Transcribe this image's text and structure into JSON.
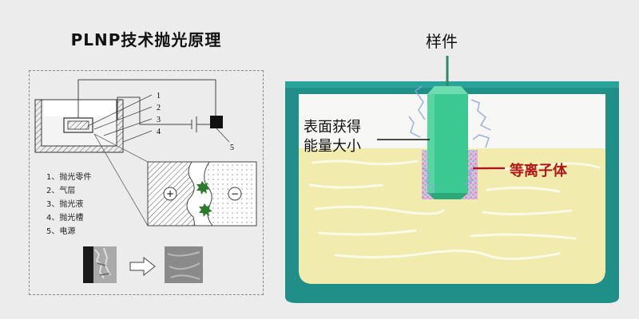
{
  "title": "PLNP技术抛光原理",
  "schematic": {
    "callouts": [
      "1",
      "2",
      "3",
      "4",
      "5"
    ],
    "anode_symbol": "+",
    "cathode_symbol": "−",
    "legend": [
      "1、抛光零件",
      "2、气层",
      "3、抛光液",
      "4、抛光槽",
      "5、电源"
    ]
  },
  "illustration": {
    "sample_label": "样件",
    "surface_label_line1": "表面获得",
    "surface_label_line2": "能量大小",
    "plasma_label": "等离子体"
  },
  "colors": {
    "tank": "#1f8f88",
    "liquid": "#f1ecae",
    "sample": "#3cc891",
    "plasma_label": "#b01818"
  }
}
